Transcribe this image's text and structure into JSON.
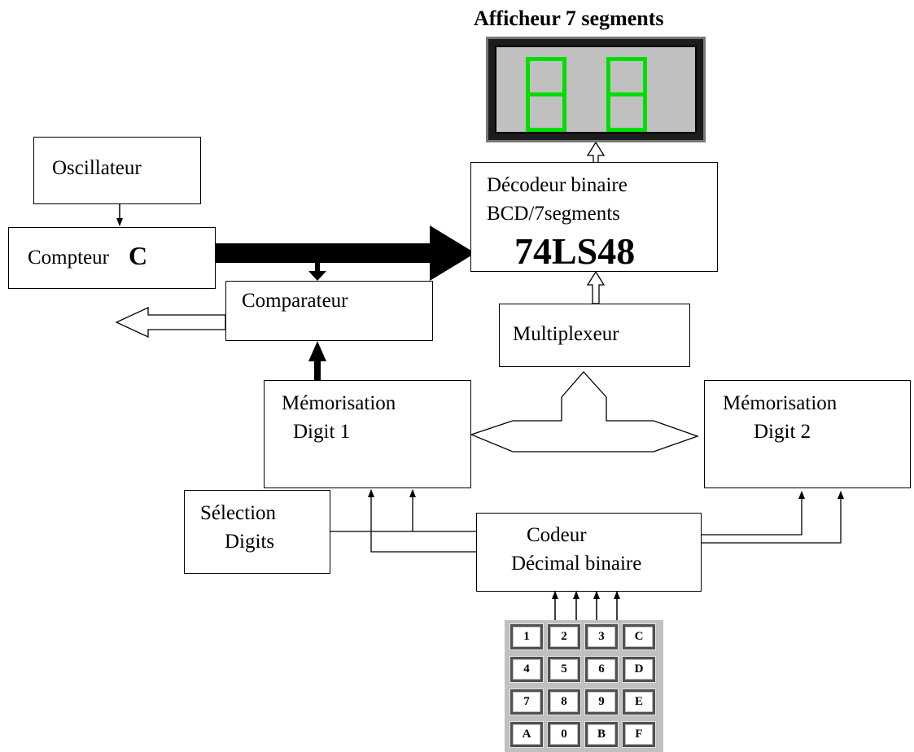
{
  "display": {
    "title": "Afficheur 7 segments",
    "digits": [
      "8",
      "8"
    ],
    "segment_color": "#00dd00"
  },
  "blocks": {
    "oscillateur": "Oscillateur",
    "compteur": {
      "label": "Compteur",
      "letter": "C"
    },
    "decodeur": {
      "line1": "Décodeur binaire",
      "line2": "BCD/7segments",
      "chip": "74LS48"
    },
    "comparateur": "Comparateur",
    "multiplexeur": "Multiplexeur",
    "memo1": {
      "line1": "Mémorisation",
      "line2": "Digit 1"
    },
    "memo2": {
      "line1": "Mémorisation",
      "line2": "Digit 2"
    },
    "selection": {
      "line1": "Sélection",
      "line2": "Digits"
    },
    "codeur": {
      "line1": "Codeur",
      "line2": "Décimal binaire"
    }
  },
  "keypad": {
    "rows": [
      [
        "1",
        "2",
        "3",
        "C"
      ],
      [
        "4",
        "5",
        "6",
        "D"
      ],
      [
        "7",
        "8",
        "9",
        "E"
      ],
      [
        "A",
        "0",
        "B",
        "F"
      ]
    ]
  }
}
